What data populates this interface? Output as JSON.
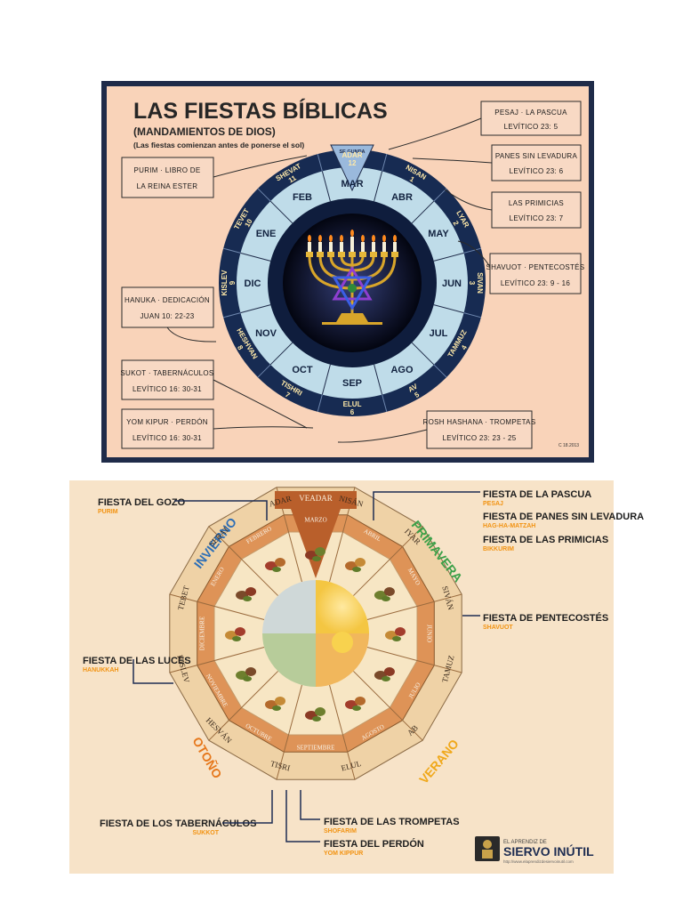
{
  "top": {
    "title": "LAS FIESTAS BÍBLICAS",
    "subtitle": "(MANDAMIENTOS DE DIOS)",
    "note": "(Las fiestas comienzan antes de ponerse el sol)",
    "marker": "SE GUNDA",
    "copyright": "C 18.2013",
    "gregorian_months": [
      "MAR",
      "ABR",
      "MAY",
      "JUN",
      "JUL",
      "AGO",
      "SEP",
      "OCT",
      "NOV",
      "DIC",
      "ENE",
      "FEB"
    ],
    "hebrew_months": [
      "NISAN",
      "LYAR",
      "SIVAN",
      "TAMMUZ",
      "AV",
      "ELUL",
      "TISHRI",
      "HESHVAN",
      "KISLEV",
      "TEVET",
      "SHEVAT",
      "ADAR"
    ],
    "hebrew_numbers": [
      "1",
      "2",
      "3",
      "4",
      "5",
      "6",
      "7",
      "8",
      "9",
      "10",
      "11",
      "12"
    ],
    "callouts": [
      {
        "line1": "PESAJ · LA PASCUA",
        "line2": "LEVÍTICO 23: 5"
      },
      {
        "line1": "PANES SIN LEVADURA",
        "line2": "LEVÍTICO 23: 6"
      },
      {
        "line1": "LAS PRIMICIAS",
        "line2": "LEVÍTICO 23: 7"
      },
      {
        "line1": "SHAVUOT · PENTECOSTÉS",
        "line2": "LEVÍTICO 23: 9 - 16"
      },
      {
        "line1": "ROSH HASHANA · TROMPETAS",
        "line2": "LEVÍTICO 23: 23 - 25"
      },
      {
        "line1": "PURIM · LIBRO DE",
        "line2": "LA REINA ESTER"
      },
      {
        "line1": "HANUKA · DEDICACIÓN",
        "line2": "JUAN 10: 22-23"
      },
      {
        "line1": "SUKOT · TABERNÁCULOS",
        "line2": "LEVÍTICO 16: 30-31"
      },
      {
        "line1": "YOM KIPUR · PERDÓN",
        "line2": "LEVÍTICO 16: 30-31"
      }
    ]
  },
  "bottom": {
    "veadar": "VEADAR",
    "gregorian_months": [
      "MARZO",
      "ABRIL",
      "MAYO",
      "JUNIO",
      "JULIO",
      "AGOSTO",
      "SEPTIEMBRE",
      "OCTUBRE",
      "NOVIEMBRE",
      "DICIEMBRE",
      "ENERO",
      "FEBRERO"
    ],
    "hebrew_months": [
      "NISÁN",
      "IYAR",
      "SIVÁN",
      "TAMUZ",
      "AB",
      "ELUL",
      "TISRI",
      "HESVÁN",
      "KISLEV",
      "TEBET",
      "SEBAT",
      "ADAR"
    ],
    "seasons": {
      "invierno": "INVIERNO",
      "primavera": "PRIMAVERA",
      "verano": "VERANO",
      "otono": "OTOÑO"
    },
    "feasts": [
      {
        "name": "FIESTA DEL GOZO",
        "sub": "PURIM"
      },
      {
        "name": "FIESTA DE LA PASCUA",
        "sub": "PESAJ"
      },
      {
        "name": "FIESTA DE PANES SIN LEVADURA",
        "sub": "HAG-HA-MATZAH"
      },
      {
        "name": "FIESTA DE LAS PRIMICIAS",
        "sub": "BIKKURIM"
      },
      {
        "name": "FIESTA DE PENTECOSTÉS",
        "sub": "SHAVUOT"
      },
      {
        "name": "FIESTA DE LAS LUCES",
        "sub": "HANUKKAH"
      },
      {
        "name": "FIESTA DE LOS TABERNÁCULOS",
        "sub": "SUKKOT"
      },
      {
        "name": "FIESTA DE LAS TROMPETAS",
        "sub": "SHOFARIM"
      },
      {
        "name": "FIESTA DEL PERDÓN",
        "sub": "YOM KIPPUR"
      }
    ],
    "logo": {
      "line1": "EL APRENDIZ DE",
      "line2": "SIERVO INÚTIL",
      "url": "http://www.elaprendizdesiervoinutil.com"
    }
  },
  "colors": {
    "frame": "#1f2b49",
    "bg_top": "#f9d3b9",
    "ring_dark": "#172b52",
    "ring_light": "#bfdce9",
    "bg_bottom": "#f7e3c8",
    "ring_tan": "#efd2a6",
    "ring_orange": "#de9357",
    "accent_orange": "#f29312"
  }
}
